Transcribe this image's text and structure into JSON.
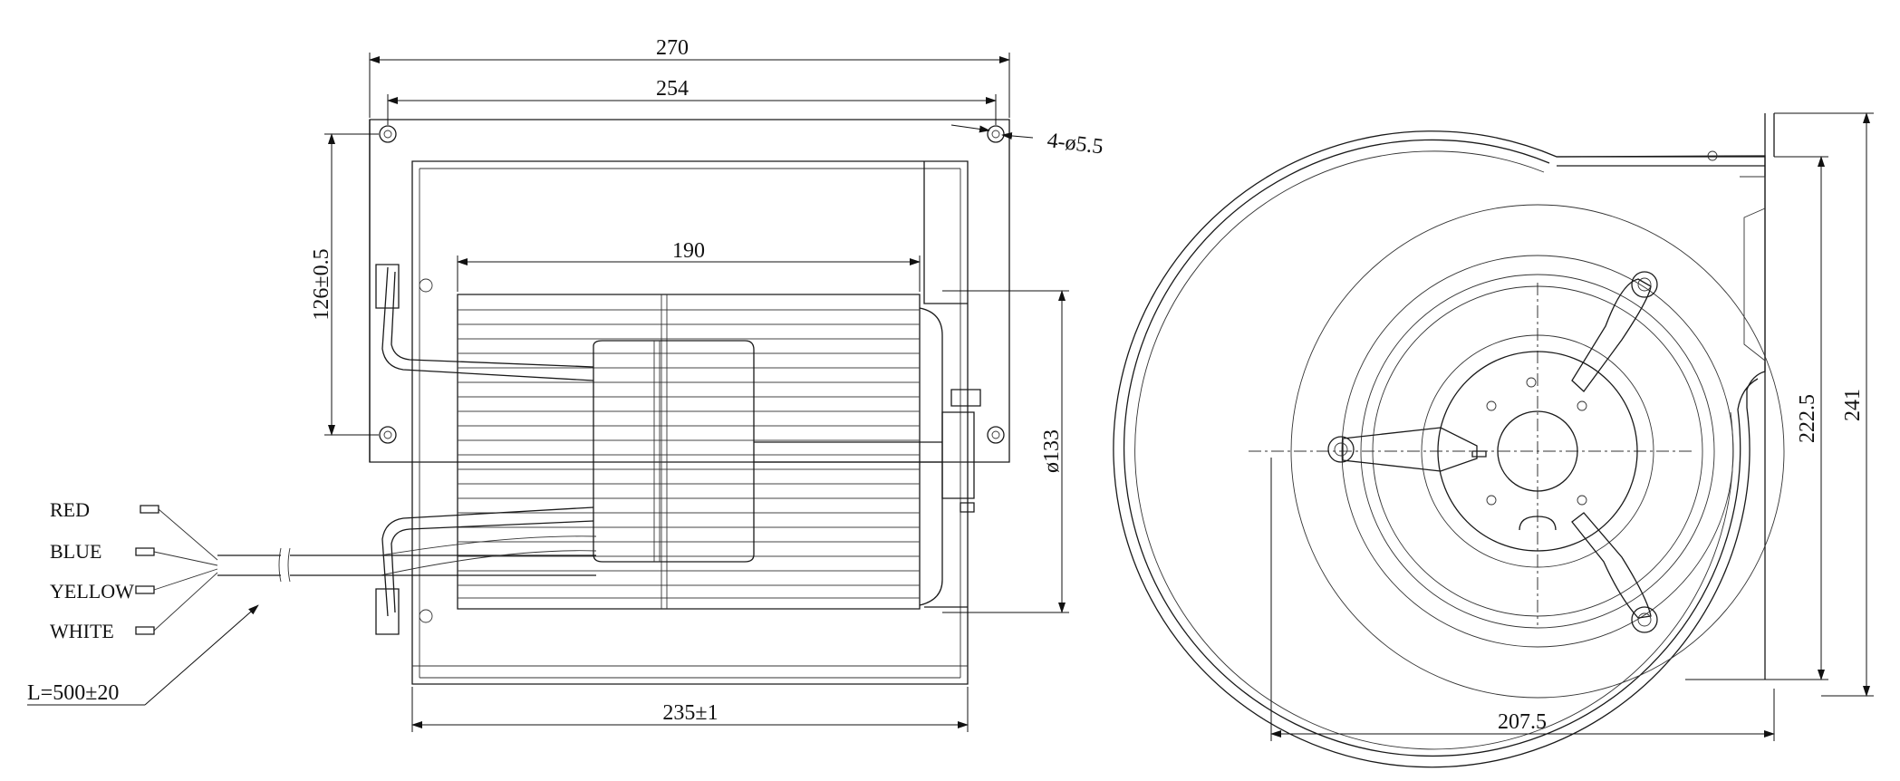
{
  "side_view": {
    "dims": {
      "overall_width": "270",
      "hole_spacing": "254",
      "holes": "4-ø5.5",
      "motor_length": "190",
      "vertical_hole_spacing": "126±0.5",
      "motor_diameter": "ø133",
      "housing_width": "235±1"
    },
    "wires": [
      {
        "label": "RED"
      },
      {
        "label": "BLUE"
      },
      {
        "label": "YELLOW"
      },
      {
        "label": "WHITE"
      }
    ],
    "cable_length": "L=500±20"
  },
  "front_view": {
    "dims": {
      "outlet_height": "222.5",
      "overall_height": "241",
      "overall_width": "207.5"
    }
  }
}
